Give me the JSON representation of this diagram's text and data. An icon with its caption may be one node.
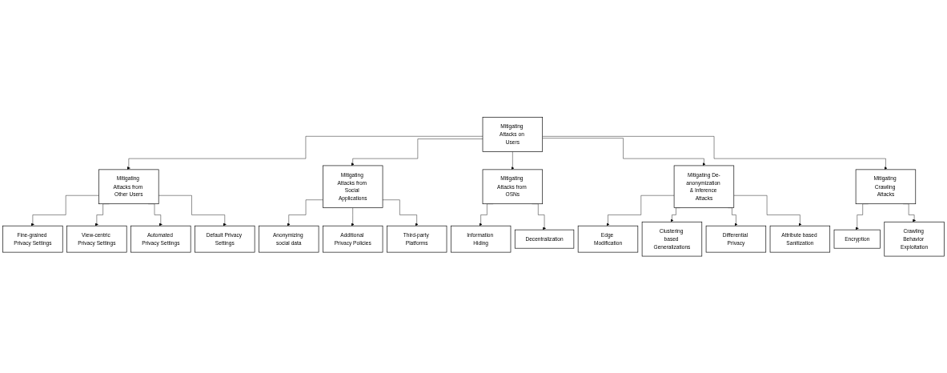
{
  "diagram": {
    "nodes": [
      {
        "text": [
          "Mitigating Attacks on Users"
        ]
      },
      {
        "text": [
          "Mitigating Attacks from Other Users"
        ]
      },
      {
        "text": [
          "Fine-grained Privacy Settings"
        ]
      },
      {
        "text": [
          "View-centric Privacy Settings"
        ]
      },
      {
        "text": [
          "Automated Privacy Settings"
        ]
      },
      {
        "text": [
          "Default Privacy Settings"
        ]
      },
      {
        "text": [
          "Mitigating Attacks from Social Applications"
        ]
      },
      {
        "text": [
          "Anonymizing social data"
        ]
      },
      {
        "text": [
          "Additional Privacy Policies"
        ]
      },
      {
        "text": [
          "Third-party Platforms"
        ]
      },
      {
        "text": [
          "Mitigating Attacks from OSNs"
        ]
      },
      {
        "text": [
          "Information Hiding"
        ]
      },
      {
        "text": [
          "Decentralization"
        ]
      },
      {
        "text": [
          "Mitigating De-anonymization & Inference Attacks"
        ]
      },
      {
        "text": [
          "Edge Modification"
        ]
      },
      {
        "text": [
          "Clustering based Generalizations"
        ]
      },
      {
        "text": [
          "Differential Privacy"
        ]
      },
      {
        "text": [
          "Attribute based Sanitization"
        ]
      },
      {
        "text": [
          "Mitigating Crawling Attacks"
        ]
      },
      {
        "text": [
          "Encryption"
        ]
      },
      {
        "text": [
          "Crawling Behavior Exploitation"
        ]
      }
    ],
    "edges": [
      {
        "from": 0,
        "to": 1,
        "arrow": "to"
      },
      {
        "from": 0,
        "to": 6,
        "arrow": "to"
      },
      {
        "from": 0,
        "to": 10,
        "arrow": "to"
      },
      {
        "from": 0,
        "to": 13,
        "arrow": "to"
      },
      {
        "from": 0,
        "to": 18,
        "arrow": "to"
      },
      {
        "from": 1,
        "to": 2,
        "arrow": "to"
      },
      {
        "from": 1,
        "to": 3,
        "arrow": "to"
      },
      {
        "from": 1,
        "to": 4,
        "arrow": "to"
      },
      {
        "from": 1,
        "to": 5,
        "arrow": "to"
      },
      {
        "from": 6,
        "to": 7,
        "arrow": "to"
      },
      {
        "from": 6,
        "to": 8,
        "arrow": "to"
      },
      {
        "from": 6,
        "to": 9,
        "arrow": "to"
      },
      {
        "from": 10,
        "to": 11,
        "arrow": "to"
      },
      {
        "from": 10,
        "to": 12,
        "arrow": "to"
      },
      {
        "from": 13,
        "to": 14,
        "arrow": "to"
      },
      {
        "from": 13,
        "to": 15,
        "arrow": "to"
      },
      {
        "from": 13,
        "to": 16,
        "arrow": "to"
      },
      {
        "from": 13,
        "to": 17,
        "arrow": "to"
      },
      {
        "from": 18,
        "to": 19,
        "arrow": "to"
      },
      {
        "from": 18,
        "to": 20,
        "arrow": "to"
      }
    ]
  }
}
